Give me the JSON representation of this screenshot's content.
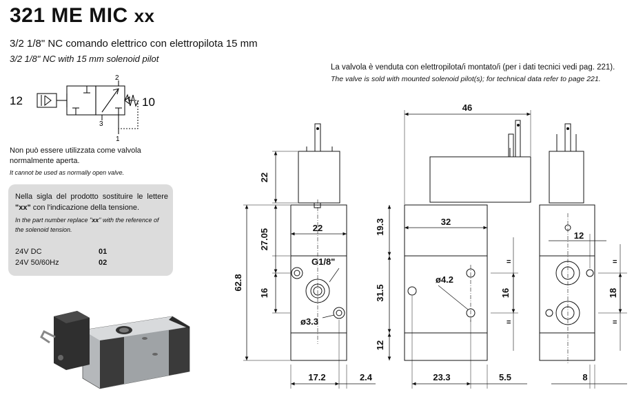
{
  "product": {
    "code": "321 ME MIC",
    "suffix": "xx"
  },
  "subtitle_it": "3/2 1/8\" NC comando elettrico con elettropilota 15 mm",
  "subtitle_en": "3/2 1/8\" NC with 15 mm solenoid pilot",
  "sale_note_it": "La valvola è venduta con elettropilota/i montato/i (per i dati tecnici vedi pag. 221).",
  "sale_note_en": "The valve is sold with mounted solenoid pilot(s); for technical data refer to page 221.",
  "symbol": {
    "port_12": "12",
    "port_10": "10",
    "port_2": "2",
    "port_3": "3",
    "port_1": "1"
  },
  "usage_note": {
    "it_line1": "Non può essere utilizzata come valvola",
    "it_line2": "normalmente aperta.",
    "en": "It cannot be used as normally open valve."
  },
  "voltage_box": {
    "para_it_1": "Nella sigla del prodotto sostituire le lettere",
    "para_it_xx": "\"xx\"",
    "para_it_2": " con l'indicazione della tensione.",
    "para_en_1": "In the part number replace \"",
    "para_en_xx": "xx",
    "para_en_2": "\" with the reference of the solenoid tension.",
    "rows": [
      {
        "voltage": "24V DC",
        "code": "01"
      },
      {
        "voltage": "24V 50/60Hz",
        "code": "02"
      }
    ]
  },
  "dimensions": {
    "front": {
      "pilot_height": "22",
      "body_width": "22",
      "port_label": "G1/8\"",
      "height_total": "62.8",
      "height_upper": "27.05",
      "height_port": "16",
      "hole_label": "ø3.3",
      "offset_bottom": "17.2",
      "offset_right": "2.4"
    },
    "side": {
      "overall_width": "46",
      "body_top": "19.3",
      "pilot_width": "32",
      "hole_label": "ø4.2",
      "height_mid": "31.5",
      "height_bottom": "12",
      "height_holes": "16",
      "bottom_offset": "23.3",
      "bottom_right": "5.5"
    },
    "end": {
      "top_offset": "12",
      "height_holes": "18",
      "bottom_offset": "8"
    }
  }
}
